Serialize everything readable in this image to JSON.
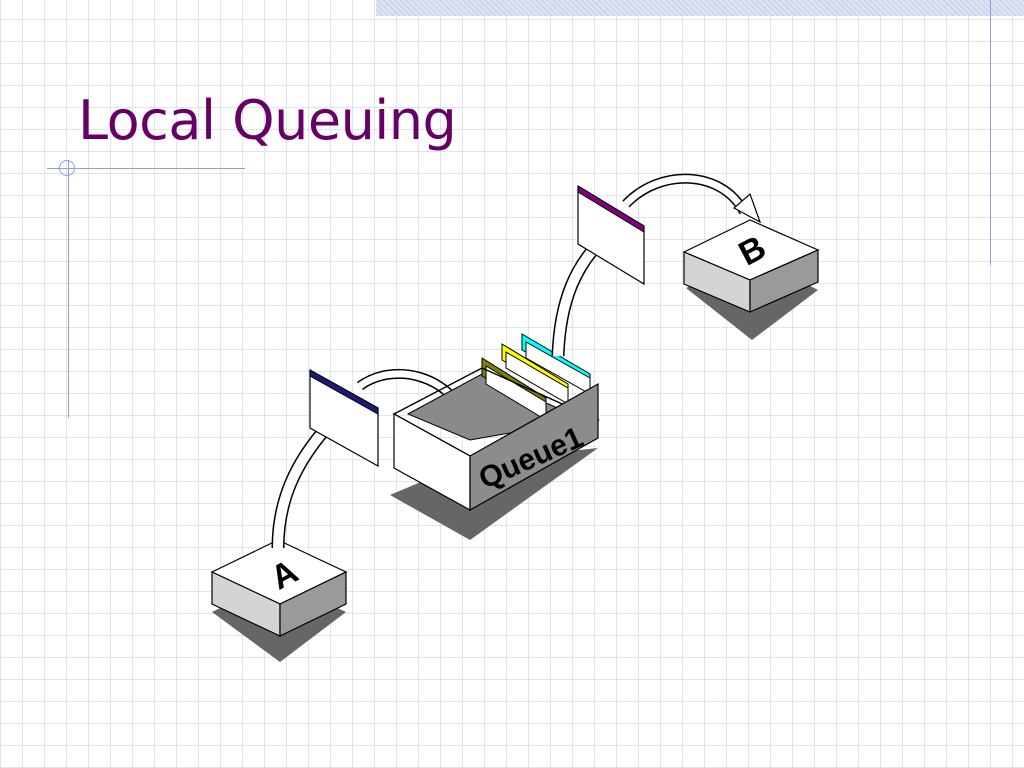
{
  "slide": {
    "title": "Local Queuing"
  },
  "diagram": {
    "sender_label": "A",
    "receiver_label": "B",
    "queue_label": "Queue1",
    "message_colors": {
      "incoming": "#1a1a7a",
      "outgoing": "#800080",
      "queued": [
        "#808000",
        "#ffff00",
        "#00ffff"
      ]
    }
  }
}
